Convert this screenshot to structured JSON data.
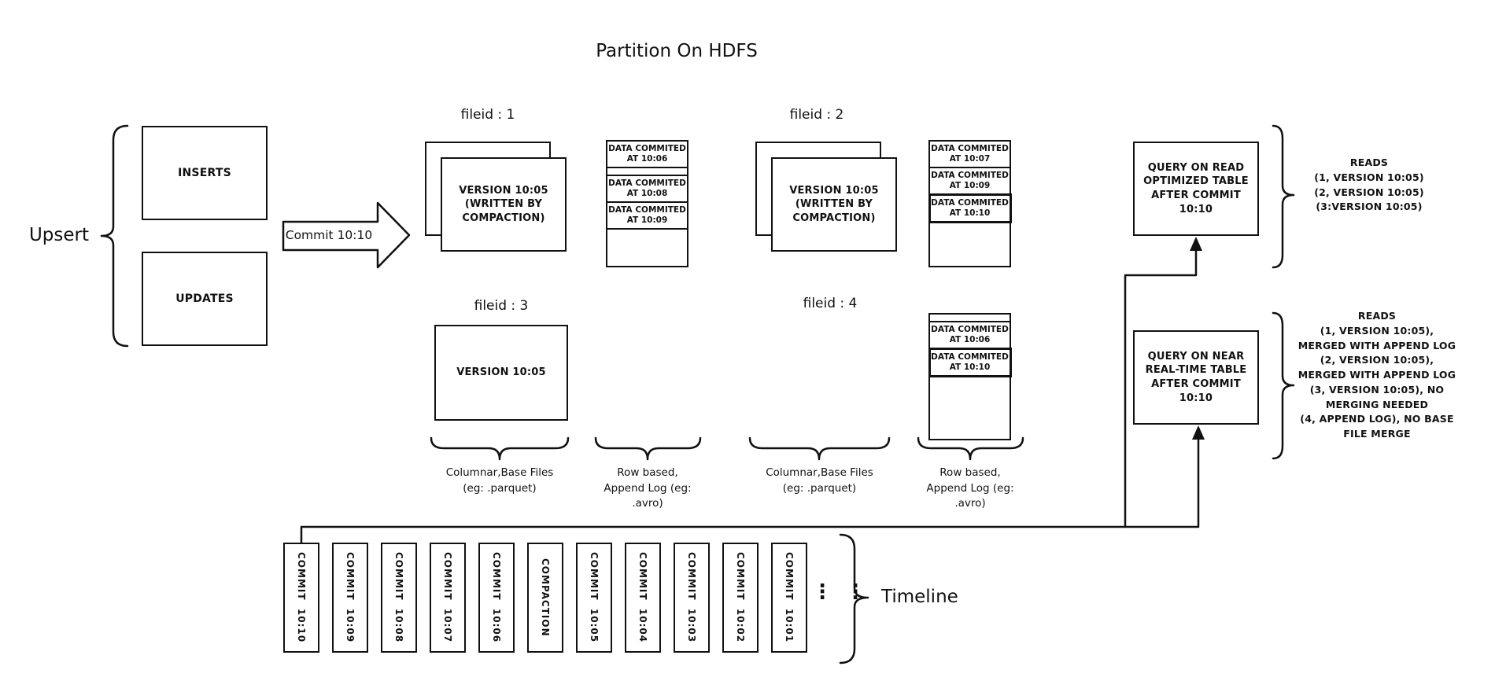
{
  "title": "Partition On HDFS",
  "upsert": {
    "label": "Upsert",
    "inserts": "INSERTS",
    "updates": "UPDATES"
  },
  "commit_arrow": {
    "label": "Commit 10:10"
  },
  "groups": {
    "g1": {
      "label": "fileid : 1",
      "base": "VERSION 10:05\n(WRITTEN BY\nCOMPACTION)",
      "log": [
        "DATA COMMITED\nAT 10:06",
        "DATA COMMITED\nAT 10:08",
        "DATA COMMITED\nAT 10:09"
      ]
    },
    "g2": {
      "label": "fileid : 2",
      "base": "VERSION 10:05\n(WRITTEN BY\nCOMPACTION)",
      "log": [
        "DATA COMMITED\nAT 10:07",
        "DATA COMMITED\nAT 10:09",
        "DATA COMMITED\nAT 10:10"
      ]
    },
    "g3": {
      "label": "fileid : 3",
      "base": "VERSION 10:05"
    },
    "g4": {
      "label": "fileid : 4",
      "log": [
        "DATA COMMITED\nAT 10:06",
        "DATA COMMITED\nAT 10:10"
      ]
    }
  },
  "column_labels": {
    "columnar_1": "Columnar,Base Files\n(eg: .parquet)",
    "row_1": "Row based,\nAppend Log  (eg:\n.avro)",
    "columnar_2": "Columnar,Base Files\n(eg: .parquet)",
    "row_2": "Row based,\nAppend Log  (eg:\n.avro)"
  },
  "queries": {
    "read_optimized": {
      "box": "QUERY ON READ\nOPTIMIZED TABLE\nAFTER COMMIT\n10:10",
      "reads": "READS\n(1, VERSION 10:05)\n(2, VERSION 10:05)\n(3:VERSION 10:05)"
    },
    "near_real_time": {
      "box": "QUERY ON NEAR\nREAL-TIME TABLE\nAFTER COMMIT\n10:10",
      "reads": "READS\n(1, VERSION 10:05),\nMERGED WITH APPEND LOG\n(2, VERSION 10:05),\nMERGED WITH APPEND LOG\n(3, VERSION 10:05), NO\nMERGING NEEDED\n(4, APPEND LOG), NO BASE\nFILE MERGE"
    }
  },
  "timeline": {
    "label": "Timeline",
    "ellipsis": "⋮",
    "items": [
      "COMMIT  10:10",
      "COMMIT  10:09",
      "COMMIT  10:08",
      "COMMIT  10:07",
      "COMMIT  10:06",
      "COMPACTION",
      "COMMIT  10:05",
      "COMMIT  10:04",
      "COMMIT  10:03",
      "COMMIT  10:02",
      "COMMIT  10:01"
    ]
  }
}
